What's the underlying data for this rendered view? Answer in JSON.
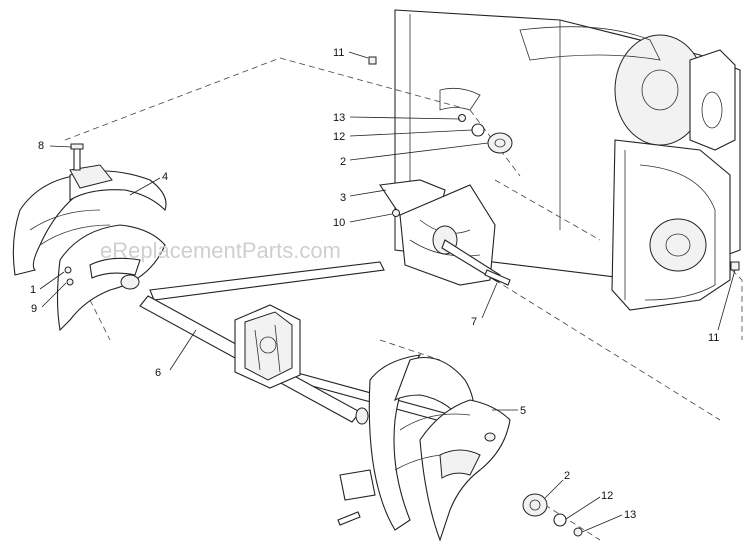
{
  "watermark": "eReplacementParts.com",
  "callouts": [
    {
      "id": "c11a",
      "label": "11"
    },
    {
      "id": "c13a",
      "label": "13"
    },
    {
      "id": "c12a",
      "label": "12"
    },
    {
      "id": "c2a",
      "label": "2"
    },
    {
      "id": "c3",
      "label": "3"
    },
    {
      "id": "c10",
      "label": "10"
    },
    {
      "id": "c8",
      "label": "8"
    },
    {
      "id": "c4",
      "label": "4"
    },
    {
      "id": "c1",
      "label": "1"
    },
    {
      "id": "c9",
      "label": "9"
    },
    {
      "id": "c6",
      "label": "6"
    },
    {
      "id": "c7",
      "label": "7"
    },
    {
      "id": "c11b",
      "label": "11"
    },
    {
      "id": "c5",
      "label": "5"
    },
    {
      "id": "c2b",
      "label": "2"
    },
    {
      "id": "c12b",
      "label": "12"
    },
    {
      "id": "c13b",
      "label": "13"
    }
  ]
}
